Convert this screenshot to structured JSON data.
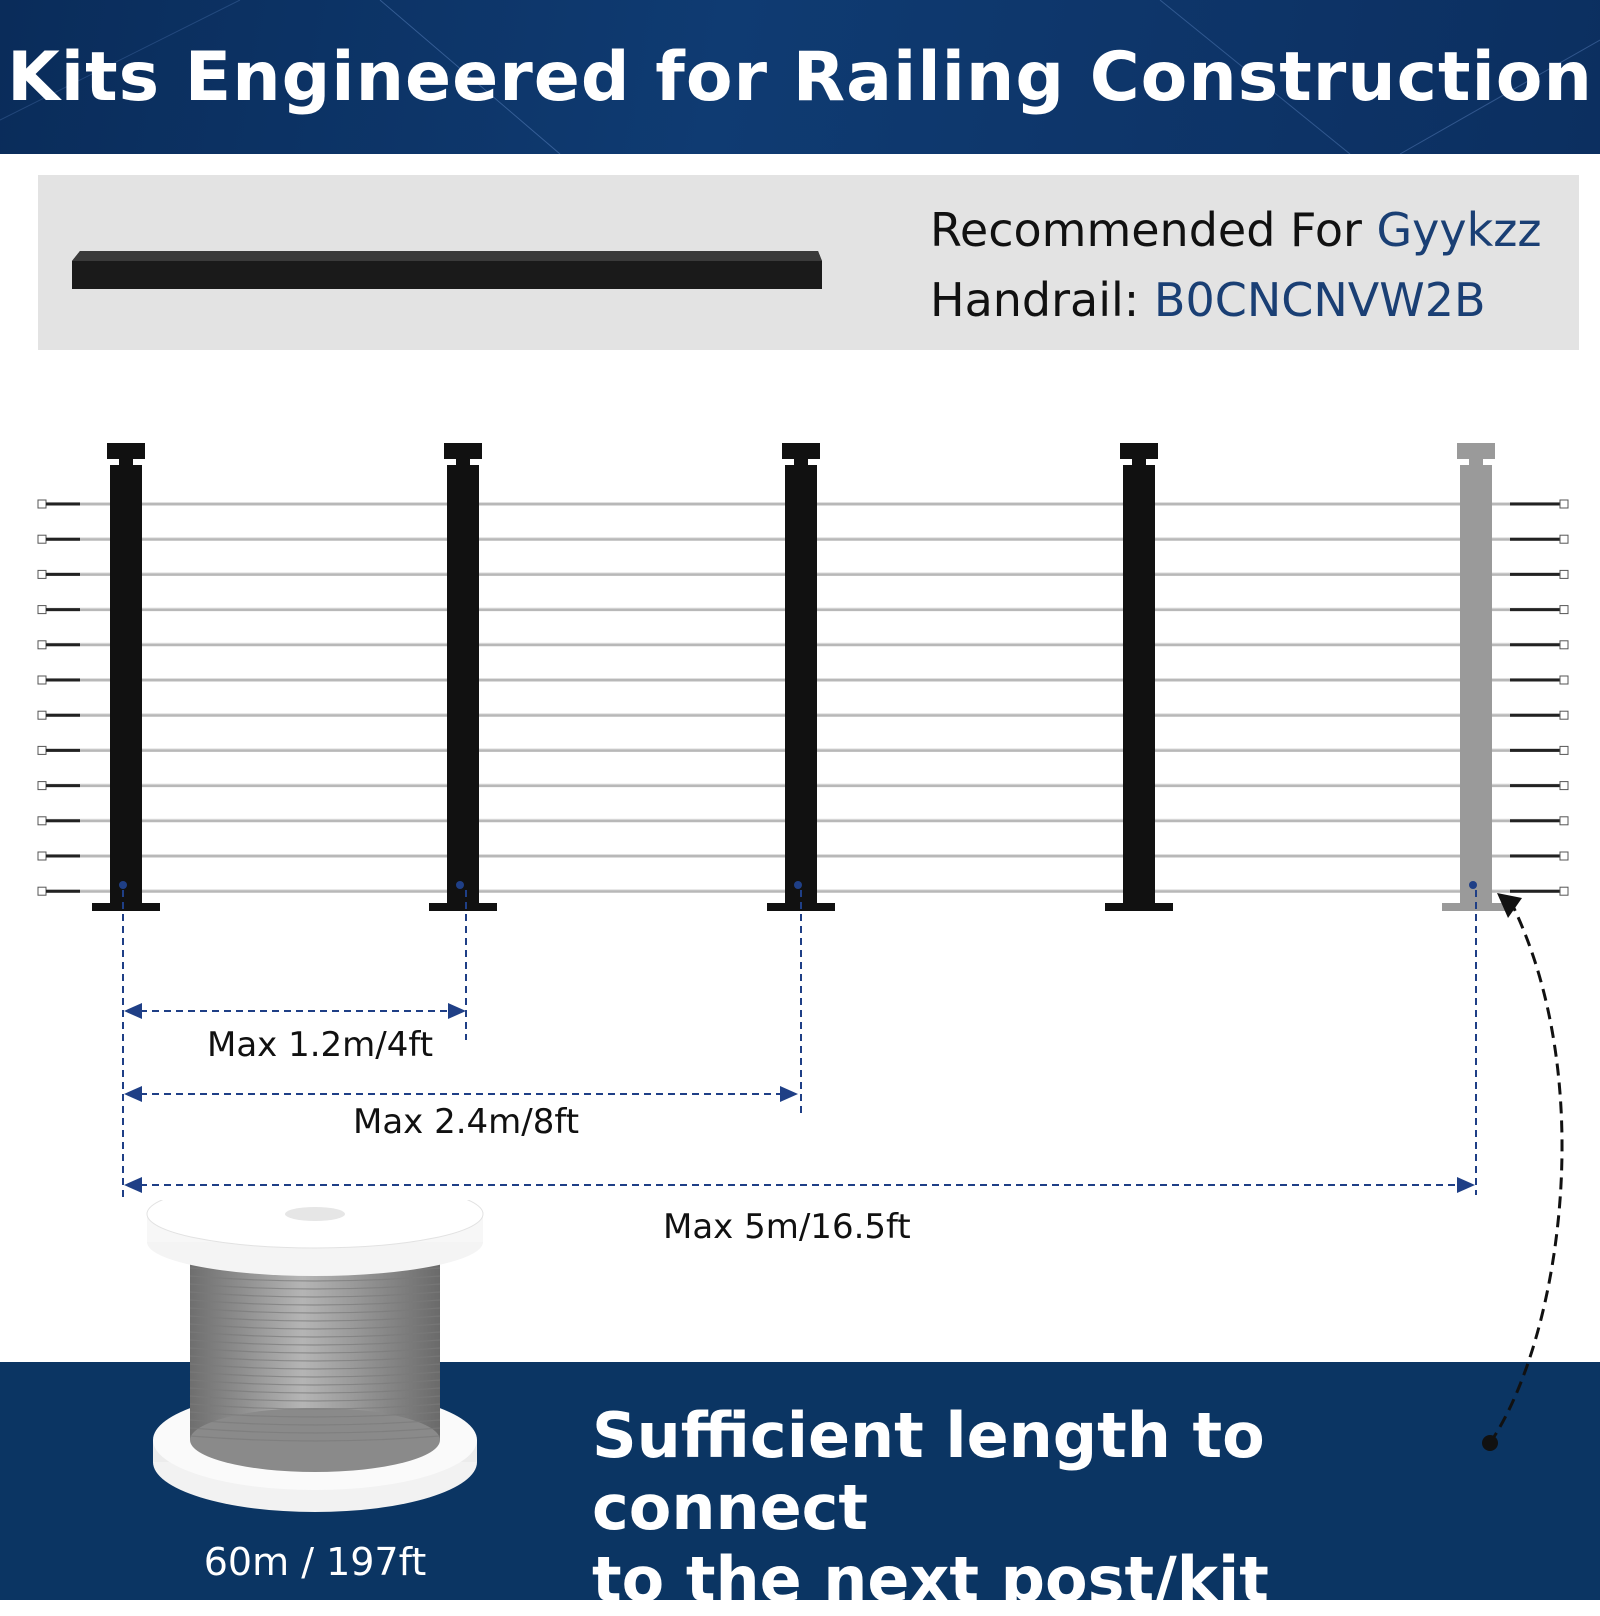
{
  "header": {
    "title": "Kits Engineered for Railing Construction"
  },
  "recommendation": {
    "line1_prefix": "Recommended For ",
    "brand": "Gyykzz",
    "line2_prefix": "Handrail: ",
    "asin": "B0CNCNVW2B"
  },
  "dimensions": {
    "span_1": "Max 1.2m/4ft",
    "span_2": "Max 2.4m/8ft",
    "span_3": "Max 5m/16.5ft"
  },
  "footer": {
    "line1": "Sufficient length to connect",
    "line2": "to the next post/kit",
    "spool_label": "60m / 197ft"
  },
  "colors": {
    "header_bg": "#0f3b72",
    "footer_bg": "#0b3563",
    "accent_text": "#1a3f74",
    "dimension_line": "#1f3f86",
    "post_black": "#111111",
    "post_gray": "#9a9a9a"
  }
}
